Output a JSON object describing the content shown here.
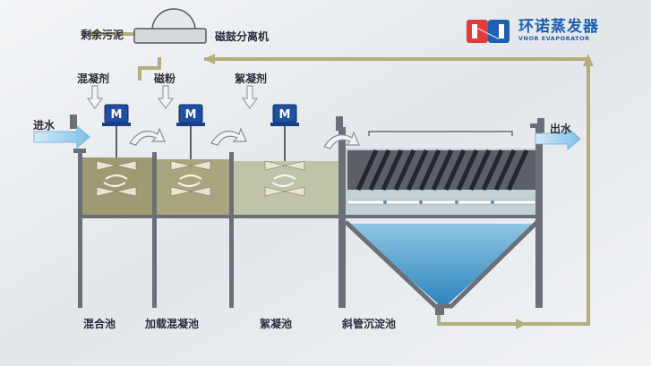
{
  "labels": {
    "sludge": "剩余污泥",
    "separator": "磁鼓分离机",
    "coagulant": "混凝剂",
    "magnetic_powder": "磁粉",
    "flocculant": "絮凝剂",
    "inlet": "进水",
    "outlet": "出水",
    "mixing_tank": "混合池",
    "loaded_coag_tank": "加载混凝池",
    "floc_tank": "絮凝池",
    "settling_tank": "斜管沉淀池",
    "motor": "M"
  },
  "brand": {
    "name": "环诺蒸发器",
    "sub": "VNOR EVAPORATOR"
  },
  "colors": {
    "pipe": "#b3ae7c",
    "wall": "#6b6f76",
    "motor": "#1f4fa3",
    "brand_red": "#e23b3b",
    "brand_blue": "#1f5fb0",
    "mix_water": "#9e9a72",
    "floc_water": "#bfc3a8",
    "settle_water": "#5fa8cf"
  }
}
